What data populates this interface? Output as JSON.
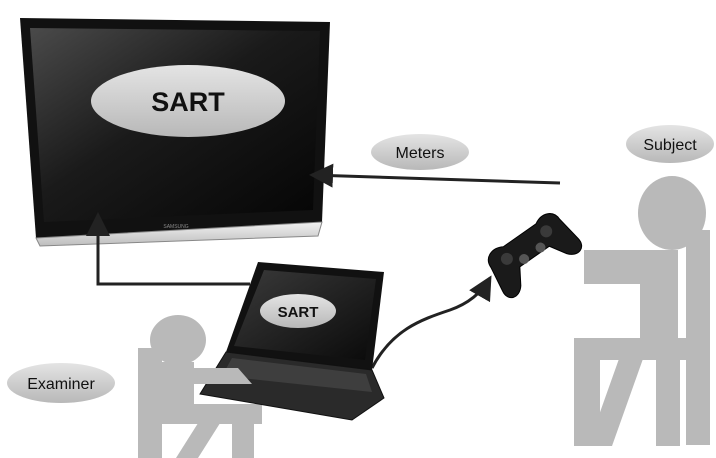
{
  "tv": {
    "screen_label": "SART",
    "brand_text": "SAMSUNG"
  },
  "laptop": {
    "screen_label": "SART"
  },
  "labels": {
    "meters": "Meters",
    "subject": "Subject",
    "examiner": "Examiner"
  }
}
